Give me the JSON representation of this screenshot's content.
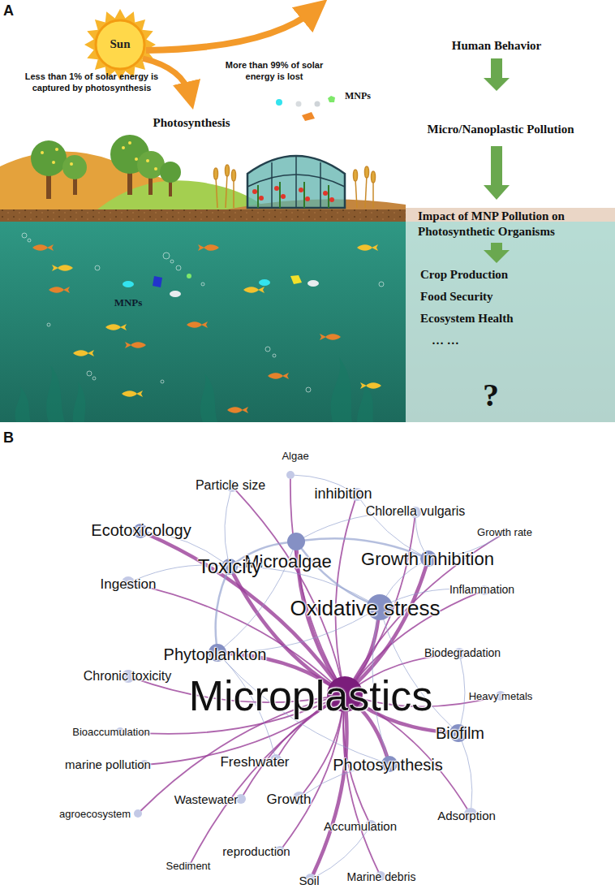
{
  "diagram": {
    "nodes": [
      {
        "text": [
          "Algae"
        ]
      },
      {
        "text": [
          "Particle size"
        ]
      },
      {
        "text": [
          "inhibition"
        ]
      },
      {
        "text": [
          "Chlorella vulgaris"
        ]
      },
      {
        "text": [
          "Growth rate"
        ]
      },
      {
        "text": [
          "Ecotoxicology"
        ]
      },
      {
        "text": [
          "Microalgae"
        ]
      },
      {
        "text": [
          "Growth inhibition"
        ]
      },
      {
        "text": [
          "Toxicity"
        ]
      },
      {
        "text": [
          "Ingestion"
        ]
      },
      {
        "text": [
          "Inflammation"
        ]
      },
      {
        "text": [
          "Oxidative stress"
        ]
      },
      {
        "text": [
          "Biodegradation"
        ]
      },
      {
        "text": [
          "Phytoplankton"
        ]
      },
      {
        "text": [
          "Chronic toxicity"
        ]
      },
      {
        "text": [
          "Microplastics"
        ]
      },
      {
        "text": [
          "Heavy metals"
        ]
      },
      {
        "text": [
          "Bioaccumulation"
        ]
      },
      {
        "text": [
          "Biofilm"
        ]
      },
      {
        "text": [
          "marine pollution"
        ]
      },
      {
        "text": [
          "Freshwater"
        ]
      },
      {
        "text": [
          "Photosynthesis"
        ]
      },
      {
        "text": [
          "Wastewater"
        ]
      },
      {
        "text": [
          "Growth"
        ]
      },
      {
        "text": [
          "agroecosystem"
        ]
      },
      {
        "text": [
          "Adsorption"
        ]
      },
      {
        "text": [
          "Accumulation"
        ]
      },
      {
        "text": [
          "reproduction"
        ]
      },
      {
        "text": [
          "Sediment"
        ]
      },
      {
        "text": [
          "Soil"
        ]
      },
      {
        "text": [
          "Marine debris"
        ]
      }
    ],
    "edges": [
      {
        "from": 15,
        "to": 0,
        "arrow": "none"
      },
      {
        "from": 15,
        "to": 1,
        "arrow": "none"
      },
      {
        "from": 15,
        "to": 2,
        "arrow": "none"
      },
      {
        "from": 15,
        "to": 3,
        "arrow": "none"
      },
      {
        "from": 15,
        "to": 4,
        "arrow": "none"
      },
      {
        "from": 15,
        "to": 5,
        "arrow": "none"
      },
      {
        "from": 15,
        "to": 6,
        "arrow": "none"
      },
      {
        "from": 15,
        "to": 7,
        "arrow": "none"
      },
      {
        "from": 15,
        "to": 8,
        "arrow": "none"
      },
      {
        "from": 15,
        "to": 9,
        "arrow": "none"
      },
      {
        "from": 15,
        "to": 10,
        "arrow": "none"
      },
      {
        "from": 15,
        "to": 11,
        "arrow": "none"
      },
      {
        "from": 15,
        "to": 12,
        "arrow": "none"
      },
      {
        "from": 15,
        "to": 13,
        "arrow": "none"
      },
      {
        "from": 15,
        "to": 14,
        "arrow": "none"
      },
      {
        "from": 15,
        "to": 16,
        "arrow": "none"
      },
      {
        "from": 15,
        "to": 17,
        "arrow": "none"
      },
      {
        "from": 15,
        "to": 18,
        "arrow": "none"
      },
      {
        "from": 15,
        "to": 19,
        "arrow": "none"
      },
      {
        "from": 15,
        "to": 20,
        "arrow": "none"
      },
      {
        "from": 15,
        "to": 21,
        "arrow": "none"
      },
      {
        "from": 15,
        "to": 22,
        "arrow": "none"
      },
      {
        "from": 15,
        "to": 23,
        "arrow": "none"
      },
      {
        "from": 15,
        "to": 24,
        "arrow": "none"
      },
      {
        "from": 15,
        "to": 25,
        "arrow": "none"
      },
      {
        "from": 15,
        "to": 26,
        "arrow": "none"
      },
      {
        "from": 15,
        "to": 27,
        "arrow": "none"
      },
      {
        "from": 15,
        "to": 28,
        "arrow": "none"
      },
      {
        "from": 15,
        "to": 29,
        "arrow": "none"
      },
      {
        "from": 15,
        "to": 30,
        "arrow": "none"
      },
      {
        "from": 8,
        "to": 6,
        "arrow": "none"
      },
      {
        "from": 6,
        "to": 11,
        "arrow": "none"
      },
      {
        "from": 6,
        "to": 7,
        "arrow": "none"
      },
      {
        "from": 8,
        "to": 13,
        "arrow": "none"
      },
      {
        "from": 11,
        "to": 7,
        "arrow": "none"
      },
      {
        "from": 3,
        "to": 7,
        "arrow": "none"
      },
      {
        "from": 11,
        "to": 13,
        "arrow": "none"
      },
      {
        "from": 8,
        "to": 5,
        "arrow": "none"
      },
      {
        "from": 6,
        "to": 3,
        "arrow": "none"
      },
      {
        "from": 11,
        "to": 21,
        "arrow": "none"
      },
      {
        "from": 0,
        "to": 2,
        "arrow": "none"
      },
      {
        "from": 2,
        "to": 7,
        "arrow": "none"
      },
      {
        "from": 8,
        "to": 11,
        "arrow": "none"
      },
      {
        "from": 13,
        "to": 21,
        "arrow": "none"
      },
      {
        "from": 6,
        "to": 13,
        "arrow": "none"
      },
      {
        "from": 11,
        "to": 18,
        "arrow": "none"
      },
      {
        "from": 9,
        "to": 8,
        "arrow": "none"
      },
      {
        "from": 1,
        "to": 8,
        "arrow": "none"
      },
      {
        "from": 4,
        "to": 7,
        "arrow": "none"
      },
      {
        "from": 10,
        "to": 11,
        "arrow": "none"
      },
      {
        "from": 12,
        "to": 18,
        "arrow": "none"
      },
      {
        "from": 20,
        "to": 13,
        "arrow": "none"
      },
      {
        "from": 23,
        "to": 21,
        "arrow": "none"
      },
      {
        "from": 25,
        "to": 18,
        "arrow": "none"
      },
      {
        "from": 26,
        "to": 29,
        "arrow": "none"
      }
    ],
    "labels": [
      "A",
      "Sun",
      "Less than 1% of solar energy is captured by photosynthesis",
      "More than 99% of solar energy is lost",
      "Photosynthesis",
      "MNPs",
      "Human Behavior",
      "Micro/Nanoplastic Pollution",
      "Impact of MNP Pollution on Photosynthetic Organisms",
      "Crop Production",
      "Food Security",
      "Ecosystem Health",
      "… …",
      "MNPs",
      "?",
      "B"
    ]
  }
}
